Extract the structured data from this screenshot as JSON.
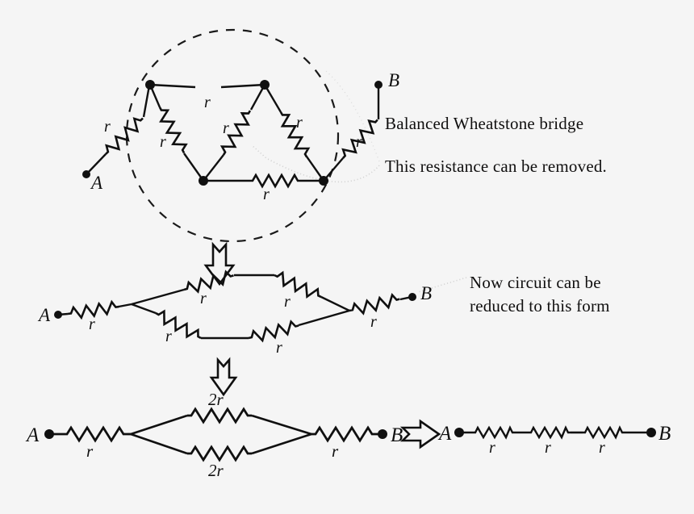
{
  "page": {
    "title": "Balanced Wheatstone bridge reduction",
    "background_color": "#f5f5f5",
    "ink_color": "#101010"
  },
  "annotations": {
    "wheatstone_note": "Balanced Wheatstone bridge",
    "removed_note": "This resistance can be removed.",
    "reduced_note_line1": "Now circuit can be",
    "reduced_note_line2": "reduced to this form"
  },
  "stage_top": {
    "terminal_a": "A",
    "terminal_b": "B",
    "labels": {
      "lead_a": "r",
      "lead_b": "r",
      "top_bridge": "r",
      "upper_left_arm": "r",
      "upper_right_arm": "r",
      "mid_left_arm": "r",
      "mid_right_arm": "r",
      "bottom_arm": "r"
    }
  },
  "stage_middle": {
    "terminal_a": "A",
    "terminal_b": "B",
    "labels": {
      "lead_a": "r",
      "upper_left": "r",
      "upper_right": "r",
      "lower_left": "r",
      "lower_right": "r",
      "lead_b": "r"
    }
  },
  "stage_bottom_left": {
    "terminal_a": "A",
    "terminal_b": "B",
    "labels": {
      "lead_a": "r",
      "upper_branch": "2r",
      "lower_branch": "2r",
      "lead_b": "r"
    }
  },
  "stage_bottom_right": {
    "terminal_a": "A",
    "terminal_b": "B",
    "labels": {
      "res_1": "r",
      "res_2": "r",
      "res_3": "r"
    }
  },
  "arrows": {
    "top_to_middle": "down-arrow",
    "middle_to_bottom": "down-arrow",
    "bottom_left_to_right": "right-arrow"
  }
}
